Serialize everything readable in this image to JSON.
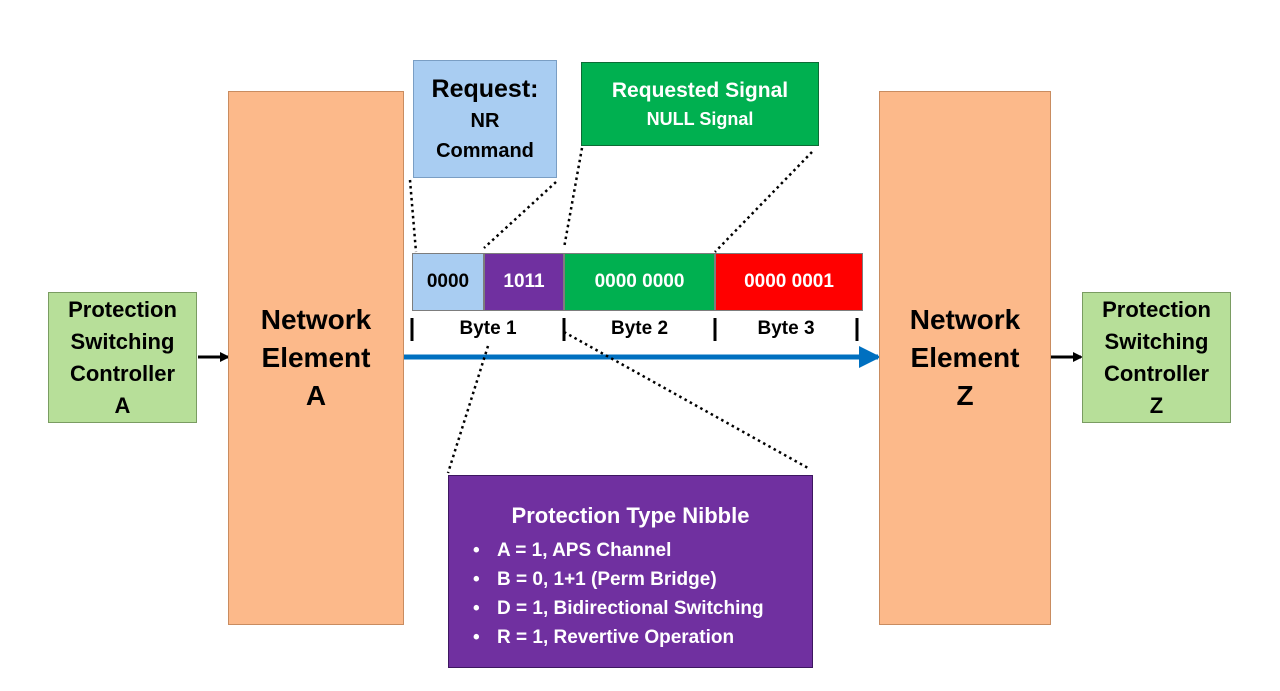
{
  "controller_a": {
    "lines": [
      "Protection",
      "Switching",
      "Controller",
      "A"
    ]
  },
  "controller_z": {
    "lines": [
      "Protection",
      "Switching",
      "Controller",
      "Z"
    ]
  },
  "element_a": {
    "lines": [
      "Network",
      "Element",
      "A"
    ]
  },
  "element_z": {
    "lines": [
      "Network",
      "Element",
      "Z"
    ]
  },
  "request": {
    "title": "Request:",
    "line1": "NR",
    "line2": "Command"
  },
  "requested_signal": {
    "title": "Requested Signal",
    "value": "NULL Signal"
  },
  "bytes": {
    "cells": [
      "0000",
      "1011",
      "0000 0000",
      "0000 0001"
    ],
    "labels": [
      "Byte 1",
      "Byte 2",
      "Byte 3"
    ]
  },
  "protection_type": {
    "title": "Protection Type Nibble",
    "items": [
      "A = 1, APS Channel",
      "B = 0, 1+1 (Perm Bridge)",
      "D = 1, Bidirectional Switching",
      "R = 1, Revertive Operation"
    ]
  },
  "colors": {
    "controller": "#b7df99",
    "network_element": "#fcb98a",
    "request": "#a9cdf2",
    "nibble": "#7030a0",
    "signal_green": "#00b050",
    "signal_red": "#ff0000",
    "arrow": "#0070c0"
  }
}
